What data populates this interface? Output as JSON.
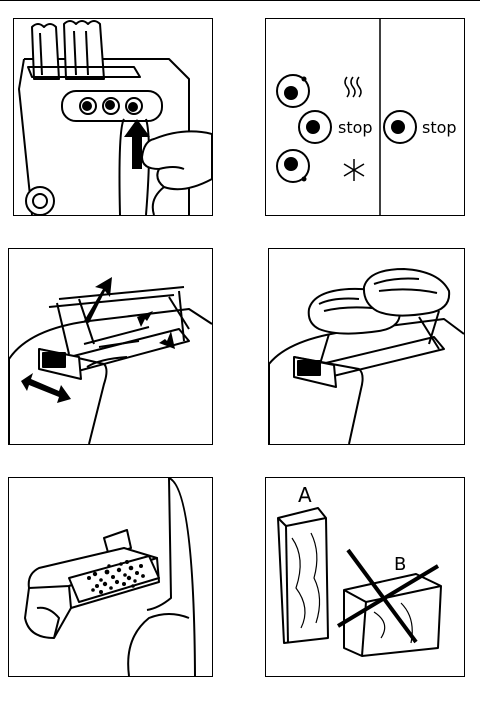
{
  "panels": [
    {
      "id": "panel-1"
    },
    {
      "id": "panel-2",
      "stop_left": "stop",
      "stop_right": "stop"
    },
    {
      "id": "panel-3"
    },
    {
      "id": "panel-4"
    },
    {
      "id": "panel-5"
    },
    {
      "id": "panel-6",
      "label_a": "A",
      "label_b": "B"
    }
  ]
}
